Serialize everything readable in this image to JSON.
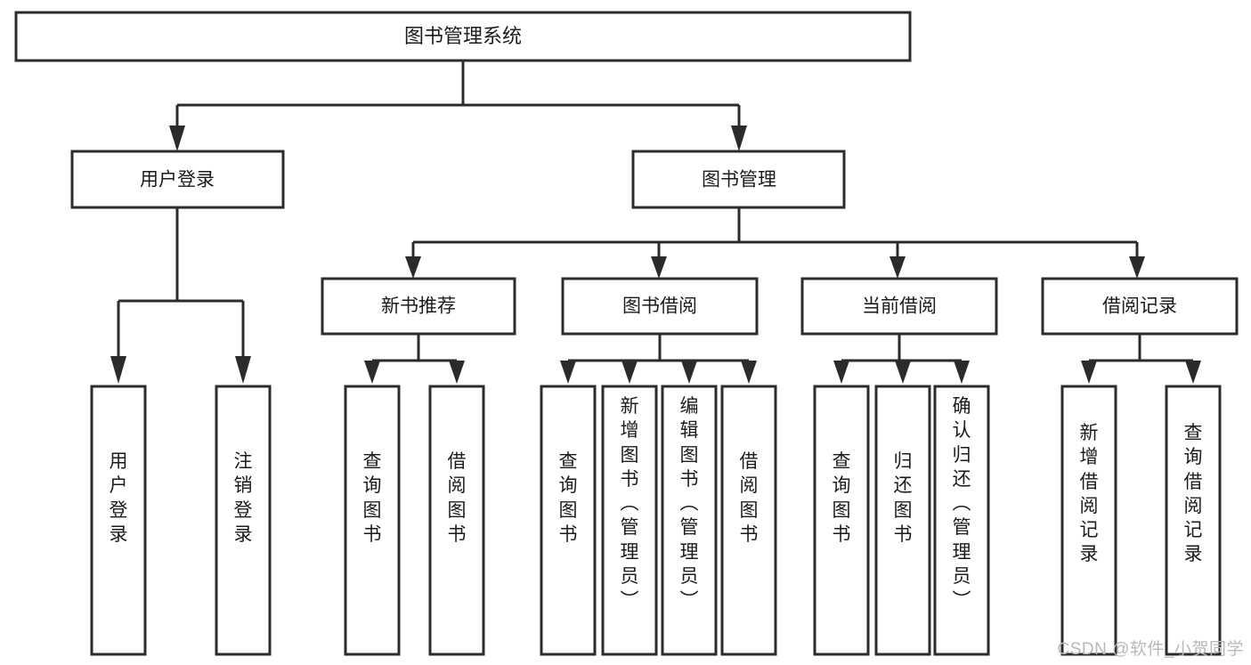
{
  "diagram": {
    "type": "tree",
    "title": "图书管理系统",
    "orientation": "top-down",
    "watermark": "CSDN @软件_小贺同学",
    "colors": {
      "box_fill": "#ffffff",
      "box_stroke": "#2b2b2b",
      "connector": "#2b2b2b",
      "text": "#1b1b1b",
      "watermark": "#b9b9b9",
      "background": "#ffffff"
    },
    "root": {
      "label": "图书管理系统",
      "children": [
        {
          "label": "用户登录",
          "children": [
            {
              "label": "用户登录"
            },
            {
              "label": "注销登录"
            }
          ]
        },
        {
          "label": "图书管理",
          "children": [
            {
              "label": "新书推荐",
              "children": [
                {
                  "label": "查询图书"
                },
                {
                  "label": "借阅图书"
                }
              ]
            },
            {
              "label": "图书借阅",
              "children": [
                {
                  "label": "查询图书"
                },
                {
                  "label": "新增图书（管理员）"
                },
                {
                  "label": "编辑图书（管理员）"
                },
                {
                  "label": "借阅图书"
                }
              ]
            },
            {
              "label": "当前借阅",
              "children": [
                {
                  "label": "查询图书"
                },
                {
                  "label": "归还图书"
                },
                {
                  "label": "确认归还（管理员）"
                }
              ]
            },
            {
              "label": "借阅记录",
              "children": [
                {
                  "label": "新增借阅记录"
                },
                {
                  "label": "查询借阅记录"
                }
              ]
            }
          ]
        }
      ]
    },
    "nodes": {
      "root": {
        "label": "图书管理系统"
      },
      "level2": [
        {
          "label": "用户登录"
        },
        {
          "label": "图书管理"
        }
      ],
      "level3": [
        {
          "label": "新书推荐"
        },
        {
          "label": "图书借阅"
        },
        {
          "label": "当前借阅"
        },
        {
          "label": "借阅记录"
        }
      ],
      "leaves": [
        {
          "label": "用户登录",
          "group": "用户登录"
        },
        {
          "label": "注销登录",
          "group": "用户登录"
        },
        {
          "label": "查询图书",
          "group": "新书推荐"
        },
        {
          "label": "借阅图书",
          "group": "新书推荐"
        },
        {
          "label": "查询图书",
          "group": "图书借阅"
        },
        {
          "label": "新增图书（管理员）",
          "group": "图书借阅"
        },
        {
          "label": "编辑图书（管理员）",
          "group": "图书借阅"
        },
        {
          "label": "借阅图书",
          "group": "图书借阅"
        },
        {
          "label": "查询图书",
          "group": "当前借阅"
        },
        {
          "label": "归还图书",
          "group": "当前借阅"
        },
        {
          "label": "确认归还（管理员）",
          "group": "当前借阅"
        },
        {
          "label": "新增借阅记录",
          "group": "借阅记录"
        },
        {
          "label": "查询借阅记录",
          "group": "借阅记录"
        }
      ]
    }
  }
}
